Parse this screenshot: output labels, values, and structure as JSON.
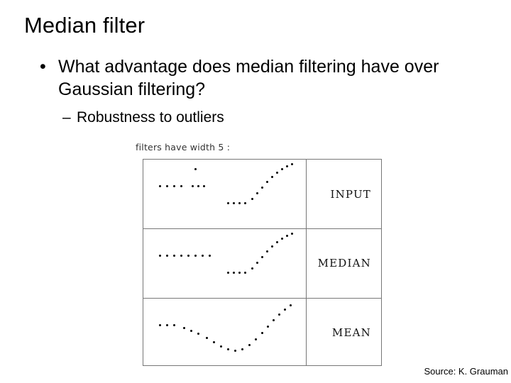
{
  "slide": {
    "title": "Median filter",
    "bullets": [
      {
        "level": 1,
        "marker": "•",
        "text": "What advantage does median filtering have over Gaussian filtering?"
      },
      {
        "level": 2,
        "marker": "–",
        "text": "Robustness to outliers"
      }
    ],
    "source": "Source: K. Grauman"
  },
  "figure": {
    "caption": "filters have width 5 :",
    "rows": [
      {
        "label": "INPUT"
      },
      {
        "label": "MEDIAN"
      },
      {
        "label": "MEAN"
      }
    ]
  },
  "chart_data": {
    "type": "scatter",
    "title": "filters have width 5 :",
    "panels": [
      {
        "name": "INPUT",
        "xlabel": "",
        "ylabel": "",
        "points": [
          [
            22,
            36
          ],
          [
            32,
            36
          ],
          [
            42,
            36
          ],
          [
            52,
            36
          ],
          [
            68,
            36
          ],
          [
            76,
            36
          ],
          [
            84,
            36
          ],
          [
            72,
            12
          ],
          [
            118,
            60
          ],
          [
            126,
            60
          ],
          [
            134,
            60
          ],
          [
            142,
            60
          ],
          [
            152,
            54
          ],
          [
            159,
            46
          ],
          [
            166,
            38
          ],
          [
            173,
            30
          ],
          [
            180,
            23
          ],
          [
            187,
            17
          ],
          [
            194,
            12
          ],
          [
            201,
            8
          ],
          [
            208,
            5
          ]
        ]
      },
      {
        "name": "MEDIAN",
        "points": [
          [
            22,
            36
          ],
          [
            32,
            36
          ],
          [
            42,
            36
          ],
          [
            52,
            36
          ],
          [
            62,
            36
          ],
          [
            72,
            36
          ],
          [
            82,
            36
          ],
          [
            92,
            36
          ],
          [
            118,
            60
          ],
          [
            126,
            60
          ],
          [
            134,
            60
          ],
          [
            142,
            60
          ],
          [
            152,
            54
          ],
          [
            159,
            46
          ],
          [
            166,
            38
          ],
          [
            173,
            30
          ],
          [
            180,
            23
          ],
          [
            187,
            17
          ],
          [
            194,
            12
          ],
          [
            201,
            8
          ],
          [
            208,
            5
          ]
        ]
      },
      {
        "name": "MEAN",
        "points": [
          [
            22,
            36
          ],
          [
            32,
            36
          ],
          [
            42,
            36
          ],
          [
            56,
            40
          ],
          [
            66,
            44
          ],
          [
            76,
            48
          ],
          [
            88,
            54
          ],
          [
            98,
            60
          ],
          [
            108,
            66
          ],
          [
            118,
            70
          ],
          [
            128,
            72
          ],
          [
            138,
            70
          ],
          [
            148,
            64
          ],
          [
            157,
            56
          ],
          [
            166,
            47
          ],
          [
            174,
            38
          ],
          [
            182,
            29
          ],
          [
            190,
            21
          ],
          [
            198,
            14
          ],
          [
            206,
            8
          ]
        ]
      }
    ]
  }
}
